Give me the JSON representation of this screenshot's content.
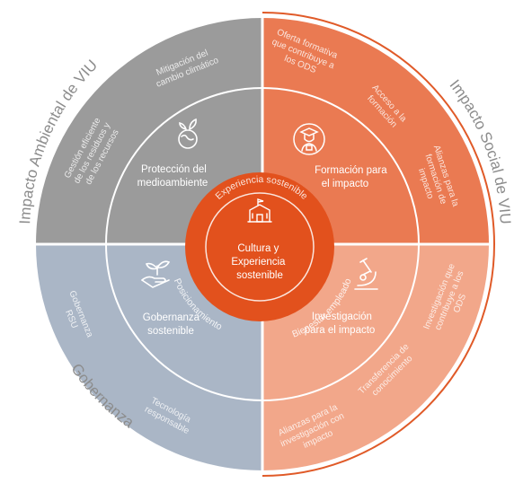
{
  "arc_labels": {
    "ambiental": "Impacto Ambiental de VIU",
    "social": "Impacto Social de VIU",
    "gobernanza": "Gobernanza"
  },
  "quadrants": {
    "ambiental": {
      "title": [
        "Protección del",
        "medioambiente"
      ],
      "icon": "leaf-globe-icon",
      "items": [
        [
          "Mitigación del",
          "cambio climático"
        ],
        [
          "Gestión eficiente",
          "de los residuos y",
          "de los recursos"
        ]
      ]
    },
    "social": {
      "title": [
        "Formación para",
        "el impacto"
      ],
      "icon": "graduate-icon",
      "items": [
        [
          "Oferta formativa",
          "que contribuye a",
          "los ODS"
        ],
        [
          "Acceso a la",
          "formación"
        ],
        [
          "Alianzas para la",
          "formación de",
          "impacto"
        ]
      ]
    },
    "investigacion": {
      "title": [
        "Investigación",
        "para el impacto"
      ],
      "icon": "microscope-icon",
      "items": [
        [
          "Investigación que",
          "contribuye a los",
          "ODS"
        ],
        [
          "Transferencia de",
          "conocimiento"
        ],
        [
          "Alianzas para la",
          "investigación con",
          "impacto"
        ]
      ]
    },
    "gobernanza": {
      "title": [
        "Gobernanza",
        "sostenible"
      ],
      "icon": "hand-plant-icon",
      "items": [
        [
          "Gobernanza",
          "RSU"
        ],
        [
          "Tecnología",
          "responsable"
        ]
      ]
    }
  },
  "center": {
    "title": [
      "Cultura y",
      "Experiencia",
      "sostenible"
    ],
    "icon": "building-icon",
    "ring_labels": {
      "top": "Experiencia sostenible",
      "left": "Posicionamiento",
      "right": "Bienestar empleado"
    }
  },
  "colors": {
    "ambiental": "#9b9b9b",
    "social": "#ea7a52",
    "investigacion": "#f2a78a",
    "gobernanza": "#aab6c6",
    "center": "#e2511d",
    "accent": "#e05a28",
    "gray_text": "#8c8c8c"
  }
}
